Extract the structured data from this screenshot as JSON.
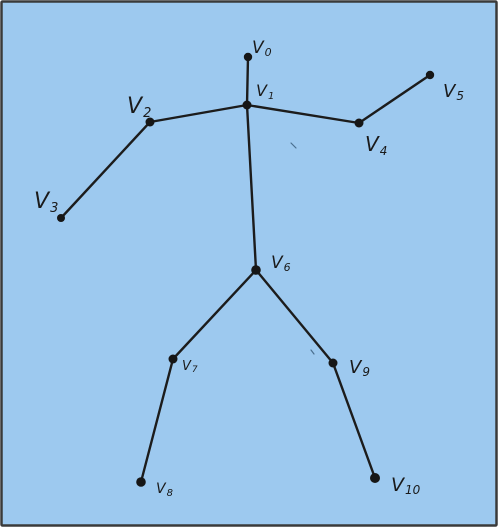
{
  "diagram": {
    "background_color": "#9dc9ef",
    "frame_color": "#3a3a3a",
    "ink_color": "#161616",
    "nodes": [
      {
        "id": "v0",
        "letter": "V",
        "sub": "0"
      },
      {
        "id": "v1",
        "letter": "V",
        "sub": "1"
      },
      {
        "id": "v2",
        "letter": "V",
        "sub": "2"
      },
      {
        "id": "v3",
        "letter": "V",
        "sub": "3"
      },
      {
        "id": "v4",
        "letter": "V",
        "sub": "4"
      },
      {
        "id": "v5",
        "letter": "V",
        "sub": "5"
      },
      {
        "id": "v6",
        "letter": "V",
        "sub": "6"
      },
      {
        "id": "v7",
        "letter": "V",
        "sub": "7"
      },
      {
        "id": "v8",
        "letter": "V",
        "sub": "8"
      },
      {
        "id": "v9",
        "letter": "V",
        "sub": "9"
      },
      {
        "id": "v10",
        "letter": "V",
        "sub": "10"
      }
    ],
    "edges": [
      [
        "v0",
        "v1"
      ],
      [
        "v1",
        "v2"
      ],
      [
        "v2",
        "v3"
      ],
      [
        "v1",
        "v4"
      ],
      [
        "v4",
        "v5"
      ],
      [
        "v1",
        "v6"
      ],
      [
        "v6",
        "v7"
      ],
      [
        "v7",
        "v8"
      ],
      [
        "v6",
        "v9"
      ],
      [
        "v9",
        "v10"
      ]
    ]
  }
}
